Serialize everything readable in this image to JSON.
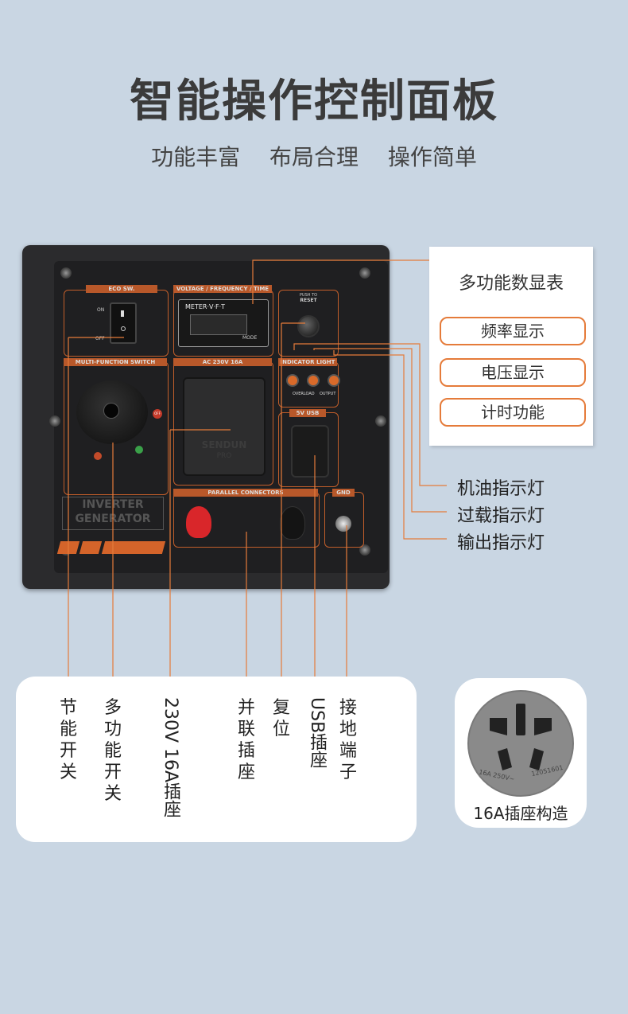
{
  "title": "智能操作控制面板",
  "subtitle": [
    "功能丰富",
    "布局合理",
    "操作简单"
  ],
  "panel": {
    "eco_label": "ECO SW.",
    "eco_on": "ON",
    "eco_off": "OFF",
    "meter_label": "VOLTAGE / FREQUENCY / TIME",
    "meter_text": "METER·V·F·T",
    "mode_text": "MODE",
    "reset_label_1": "PUSH TO",
    "reset_label_2": "RESET",
    "multi_label": "MULTI-FUNCTION SWITCH",
    "ac_label": "AC 230V 16A",
    "indicator_label": "INDICATOR LIGHT",
    "overload_text": "OVERLOAD",
    "output_text": "OUTPUT",
    "usb_label": "5V USB",
    "parallel_label": "PARALLEL CONNECTORS",
    "gnd_label": "GND",
    "inverter_line1": "INVERTER",
    "inverter_line2": "GENERATOR",
    "off_text": "OFF",
    "socket_brand": "SENDUN",
    "socket_brand2": "PRO"
  },
  "callout": {
    "title": "多功能数显表",
    "items": [
      "频率显示",
      "电压显示",
      "计时功能"
    ]
  },
  "side_labels": [
    "机油指示灯",
    "过载指示灯",
    "输出指示灯"
  ],
  "bottom_labels": {
    "eco": "节能开关",
    "multi": "多功能开关",
    "socket": "230V 16A插座",
    "parallel": "并联插座",
    "reset": "复位",
    "usb": "USB插座",
    "ground": "接地端子"
  },
  "socket_caption": "16A插座构造",
  "socket_marks": "16A 250V~",
  "socket_code": "12051601",
  "colors": {
    "accent": "#e57b3a",
    "background": "#c9d6e3",
    "panel": "#2b2b2d"
  }
}
